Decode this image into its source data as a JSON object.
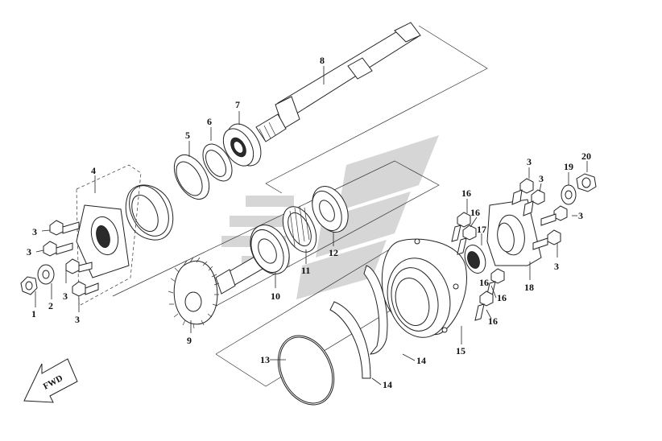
{
  "colors": {
    "background": "#ffffff",
    "line": "#222222",
    "watermark": "#cfcfcf"
  },
  "fwd_label": "FWD",
  "callouts": [
    {
      "id": "c1",
      "text": "1"
    },
    {
      "id": "c2",
      "text": "2"
    },
    {
      "id": "c3a",
      "text": "3"
    },
    {
      "id": "c3b",
      "text": "3"
    },
    {
      "id": "c3c",
      "text": "3"
    },
    {
      "id": "c3d",
      "text": "3"
    },
    {
      "id": "c3e",
      "text": "3"
    },
    {
      "id": "c3f",
      "text": "3"
    },
    {
      "id": "c3g",
      "text": "3"
    },
    {
      "id": "c3h",
      "text": "3"
    },
    {
      "id": "c4",
      "text": "4"
    },
    {
      "id": "c5",
      "text": "5"
    },
    {
      "id": "c6",
      "text": "6"
    },
    {
      "id": "c7",
      "text": "7"
    },
    {
      "id": "c8",
      "text": "8"
    },
    {
      "id": "c9",
      "text": "9"
    },
    {
      "id": "c10",
      "text": "10"
    },
    {
      "id": "c11",
      "text": "11"
    },
    {
      "id": "c12",
      "text": "12"
    },
    {
      "id": "c13",
      "text": "13"
    },
    {
      "id": "c14a",
      "text": "14"
    },
    {
      "id": "c14b",
      "text": "14"
    },
    {
      "id": "c15",
      "text": "15"
    },
    {
      "id": "c16a",
      "text": "16"
    },
    {
      "id": "c16b",
      "text": "16"
    },
    {
      "id": "c16c",
      "text": "16"
    },
    {
      "id": "c16d",
      "text": "16"
    },
    {
      "id": "c16e",
      "text": "16"
    },
    {
      "id": "c17",
      "text": "17"
    },
    {
      "id": "c18",
      "text": "18"
    },
    {
      "id": "c19",
      "text": "19"
    },
    {
      "id": "c20",
      "text": "20"
    }
  ]
}
